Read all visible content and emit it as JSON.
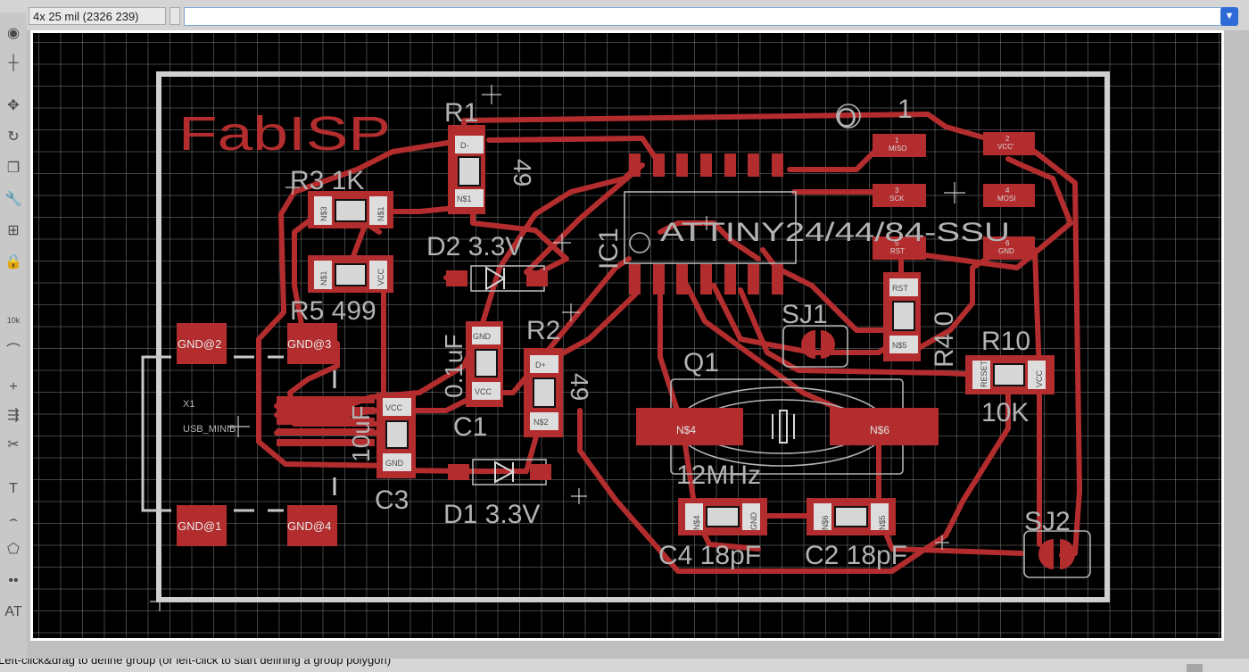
{
  "toolbar": {
    "coordinate_readout": "4x 25 mil (2326 239)",
    "command_value": ""
  },
  "tools": [
    {
      "icon": "eye-icon",
      "glyph": "◉"
    },
    {
      "icon": "crosshair-plus-icon",
      "glyph": "┼"
    },
    {
      "icon": "move-icon",
      "glyph": "✥"
    },
    {
      "icon": "rotate-icon",
      "glyph": "↻"
    },
    {
      "icon": "copy-icon",
      "glyph": "❐"
    },
    {
      "icon": "wrench-icon",
      "glyph": "🔧"
    },
    {
      "icon": "group-icon",
      "glyph": "⊞"
    },
    {
      "icon": "lock-icon",
      "glyph": "🔒"
    },
    {
      "icon": "resistor-value-icon",
      "glyph": "10k"
    },
    {
      "icon": "miter-icon",
      "glyph": "⌒"
    },
    {
      "icon": "add-icon",
      "glyph": "+"
    },
    {
      "icon": "split-icon",
      "glyph": "⇶"
    },
    {
      "icon": "ripup-icon",
      "glyph": "✂"
    },
    {
      "icon": "text-icon",
      "glyph": "T"
    },
    {
      "icon": "arc-icon",
      "glyph": "⌢"
    },
    {
      "icon": "polygon-icon",
      "glyph": "⬠"
    },
    {
      "icon": "via-icon",
      "glyph": "••"
    },
    {
      "icon": "attribute-icon",
      "glyph": "AT"
    }
  ],
  "board": {
    "title": "FabISP",
    "labels": {
      "r1": "R1",
      "r2": "R2",
      "r3": "R3 1K",
      "r4": "R4 0",
      "r5": "R5 499",
      "r10": "R10",
      "r10_value": "10K",
      "r1_value": "49",
      "r2_value": "49",
      "d1": "D1 3.3V",
      "d2": "D2 3.3V",
      "c1": "C1",
      "c1_value": "0.1uF",
      "c2": "C2 18pF",
      "c3": "C3",
      "c3_value": "10uF",
      "c4": "C4 18pF",
      "ic1": "IC1",
      "ic1_value": "ATTINY24/44/84-SSU",
      "q1": "Q1",
      "q1_value": "12MHz",
      "sj1": "SJ1",
      "sj2": "SJ2",
      "x1": "X1",
      "usb": "USB_MINIB",
      "isp_o": "O",
      "isp_1": "1"
    },
    "usb_pads": [
      "GND@2",
      "GND@3",
      "GND@1",
      "GND@4"
    ],
    "isp_pins": [
      {
        "num": "1",
        "name": "MISO"
      },
      {
        "num": "2",
        "name": "VCC'"
      },
      {
        "num": "3",
        "name": "SCK"
      },
      {
        "num": "4",
        "name": "MOSI"
      },
      {
        "num": "5",
        "name": "RST"
      },
      {
        "num": "6",
        "name": "GND"
      }
    ],
    "pin_labels": {
      "n51": "N$1",
      "n52": "N$2",
      "n53": "N$3",
      "n54": "N$4",
      "n55": "N$5",
      "n56": "N$6",
      "vcc": "VCC",
      "gnd": "GND",
      "dplus": "D+",
      "dminus": "D-",
      "rst": "RST",
      "reset": "RESET"
    }
  },
  "colors": {
    "copper": "#b32d2e",
    "silk": "#b3b3b3",
    "outline": "#d6d6d6",
    "accent": "#2f6bd8"
  },
  "status": {
    "message": "Left-click&drag to define group (or left-click to start defining a group polygon)"
  }
}
